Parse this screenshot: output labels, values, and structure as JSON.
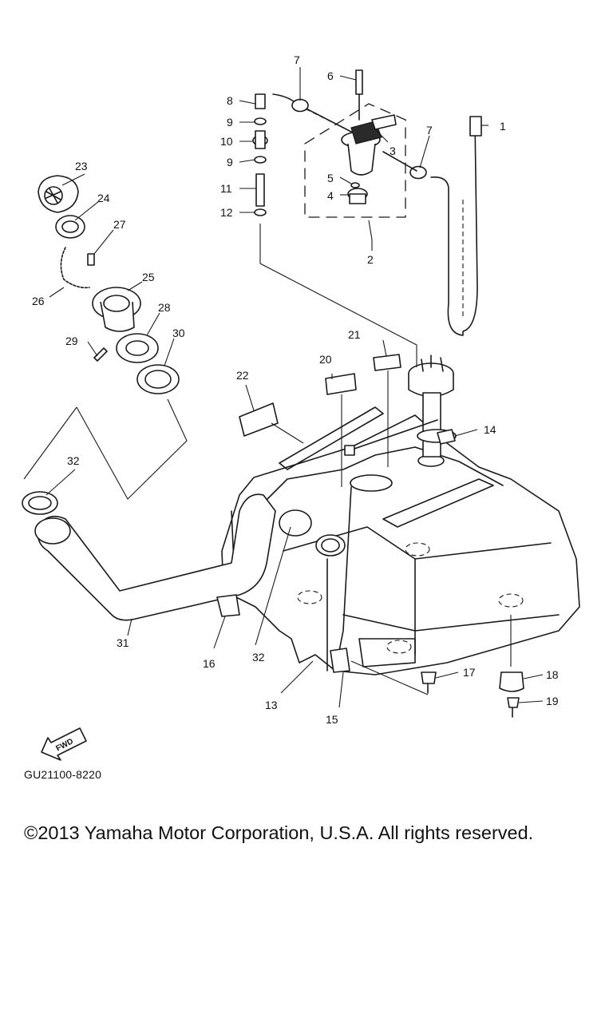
{
  "diagram": {
    "callouts": [
      "1",
      "2",
      "3",
      "4",
      "5",
      "6",
      "7",
      "7",
      "8",
      "9",
      "9",
      "10",
      "11",
      "12",
      "13",
      "14",
      "15",
      "16",
      "17",
      "18",
      "19",
      "20",
      "21",
      "22",
      "23",
      "24",
      "25",
      "26",
      "27",
      "28",
      "29",
      "30",
      "31",
      "32",
      "32"
    ],
    "fwd_label": "FWD",
    "code": "GU21100-8220"
  },
  "footer": {
    "copyright": "©2013 Yamaha Motor Corporation, U.S.A. All rights reserved."
  }
}
